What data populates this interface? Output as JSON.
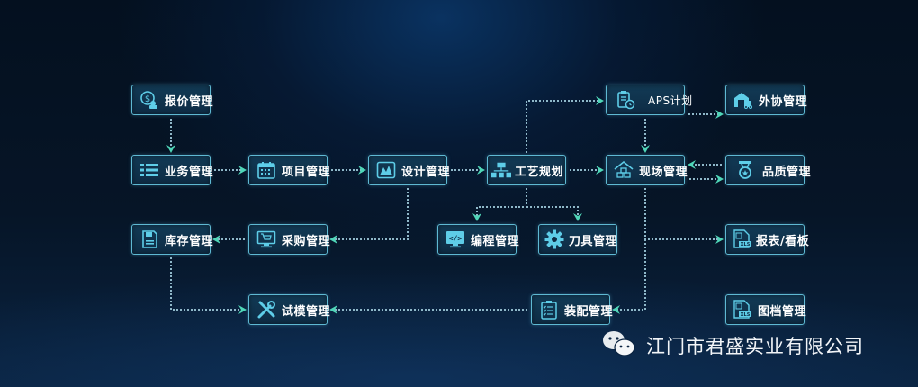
{
  "nodes": {
    "quote": {
      "label": "报价管理",
      "icon": "quote-dollar-icon"
    },
    "business": {
      "label": "业务管理",
      "icon": "list-icon"
    },
    "project": {
      "label": "项目管理",
      "icon": "calendar-icon"
    },
    "design": {
      "label": "设计管理",
      "icon": "image-chart-icon"
    },
    "process": {
      "label": "工艺规划",
      "icon": "org-chart-icon"
    },
    "aps": {
      "label": "APS计划",
      "icon": "clipboard-clock-icon"
    },
    "outsource": {
      "label": "外协管理",
      "icon": "warehouse-truck-icon"
    },
    "site": {
      "label": "现场管理",
      "icon": "factory-boxes-icon"
    },
    "quality": {
      "label": "品质管理",
      "icon": "medal-icon"
    },
    "inventory": {
      "label": "库存管理",
      "icon": "floppy-icon"
    },
    "purchase": {
      "label": "采购管理",
      "icon": "cart-monitor-icon"
    },
    "programming": {
      "label": "编程管理",
      "icon": "code-monitor-icon"
    },
    "tooling": {
      "label": "刀具管理",
      "icon": "gear-icon"
    },
    "report": {
      "label": "报表/看板",
      "icon": "xls-file-icon"
    },
    "trial": {
      "label": "试模管理",
      "icon": "tools-icon"
    },
    "assembly": {
      "label": "装配管理",
      "icon": "checklist-icon"
    },
    "drawing": {
      "label": "图档管理",
      "icon": "xls-file-icon"
    }
  },
  "footer": {
    "brand": "江门市君盛实业有限公司",
    "icon": "wechat-icon"
  },
  "colors": {
    "accent": "#5fb9d3",
    "arrow": "#4fd6b8",
    "box_bg": "#123a55",
    "background": "#061527"
  }
}
